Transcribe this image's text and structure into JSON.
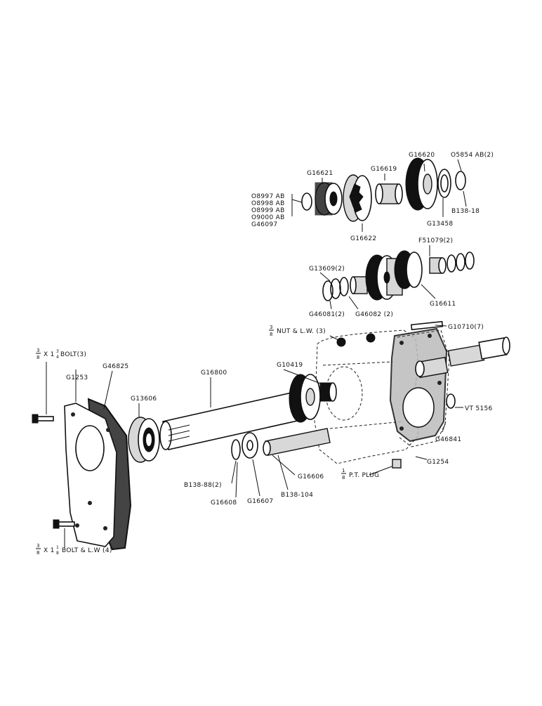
{
  "parts": {
    "g16620": "G16620",
    "o5854": "O5854 AB(2)",
    "g16621": "G16621",
    "g16619": "G16619",
    "p08997": "O8997 AB",
    "p08998": "O8998 AB",
    "p08999": "O8999 AB",
    "p09000": "O9000 AB",
    "g46097": "G46097",
    "b13818": "B138-18",
    "g13458": "G13458",
    "g16622": "G16622",
    "f51079": "F51079(2)",
    "g13609": "G13609(2)",
    "g46081": "G46081(2)",
    "g46082": "G46082 (2)",
    "g16611": "G16611",
    "nut_num": "3",
    "nut_den": "8",
    "nut_rest": "NUT & L.W. (3)",
    "g10710": "G10710(7)",
    "bolt3_a": "3",
    "bolt3_b": "8",
    "bolt3_c": "X 1",
    "bolt3_d": "3",
    "bolt3_e": "4",
    "bolt3_rest": "BOLT(3)",
    "g46825": "G46825",
    "g16800": "G16800",
    "g10419": "G10419",
    "g1253": "G1253",
    "g13606": "G13606",
    "vt5156": "VT 5156",
    "g46841": "G46841",
    "g1254": "G1254",
    "plug_num": "1",
    "plug_den": "8",
    "plug_rest": "P.T. PLUG",
    "g16606": "G16606",
    "b13888": "B138-88(2)",
    "b138104": "B138-104",
    "g16608": "G16608",
    "g16607": "G16607",
    "bolt4_a": "3",
    "bolt4_b": "8",
    "bolt4_c": "X 1",
    "bolt4_d": "1",
    "bolt4_e": "8",
    "bolt4_rest": "BOLT & L.W (4)"
  }
}
